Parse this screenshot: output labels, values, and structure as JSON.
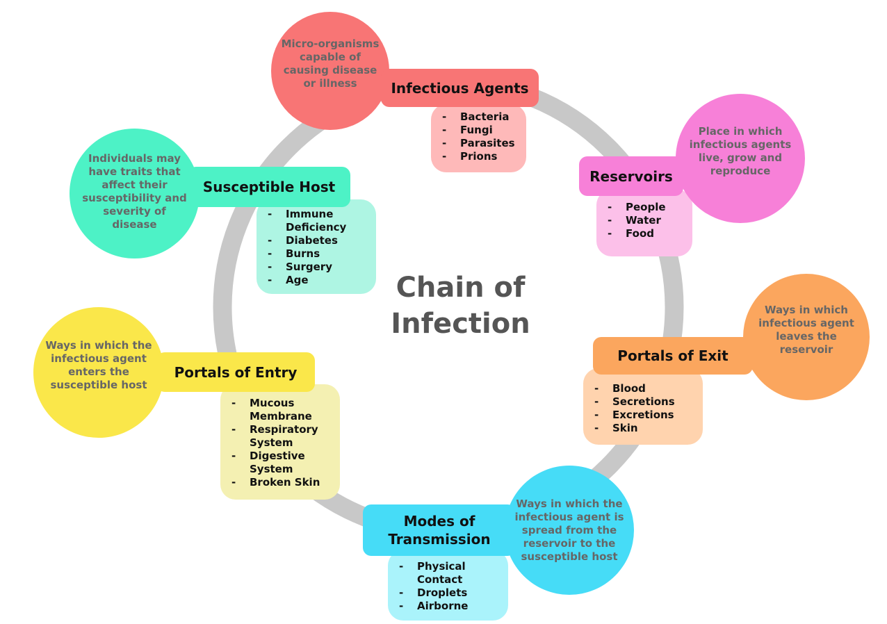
{
  "center_title": "Chain of Infection",
  "nodes": {
    "agents": {
      "title": "Infectious Agents",
      "description": "Micro-organisms capable of causing disease or illness",
      "items": [
        "Bacteria",
        "Fungi",
        "Parasites",
        "Prions"
      ],
      "color": "#f87575",
      "light_color": "#feb9b9"
    },
    "reservoirs": {
      "title": "Reservoirs",
      "description": "Place in which infectious agents live, grow and reproduce",
      "items": [
        "People",
        "Water",
        "Food"
      ],
      "color": "#f780d8",
      "light_color": "#fcc0e9"
    },
    "exit": {
      "title": "Portals of Exit",
      "description": "Ways in which infectious agent leaves the reservoir",
      "items": [
        "Blood",
        "Secretions",
        "Excretions",
        "Skin"
      ],
      "color": "#fba65e",
      "light_color": "#ffd3ae"
    },
    "transmission": {
      "title": "Modes of Transmission",
      "description": "Ways in which the infectious agent is spread from the reservoir to the susceptible host",
      "items": [
        "Physical Contact",
        "Droplets",
        "Airborne"
      ],
      "color": "#46dcf7",
      "light_color": "#aaf3fb"
    },
    "entry": {
      "title": "Portals of Entry",
      "description": "Ways in which the infectious agent enters the susceptible host",
      "items": [
        "Mucous Membrane",
        "Respiratory System",
        "Digestive System",
        "Broken Skin"
      ],
      "color": "#fae74a",
      "light_color": "#f4f0b2"
    },
    "host": {
      "title": "Susceptible Host",
      "description": "Individuals may have traits that affect their susceptibility and severity of disease",
      "items": [
        "Immune Deficiency",
        "Diabetes",
        "Burns",
        "Surgery",
        "Age"
      ],
      "color": "#4df2c6",
      "light_color": "#aef5e3"
    }
  },
  "ring_color": "#c8c8c8"
}
